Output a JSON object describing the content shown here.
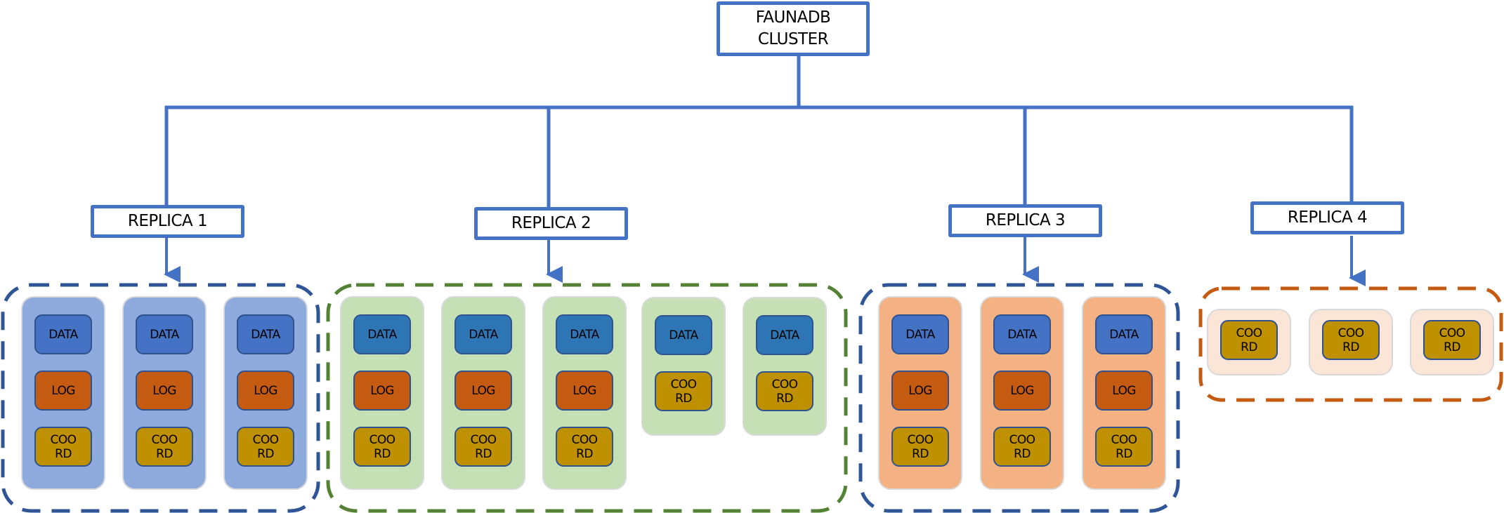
{
  "diagram": {
    "root": {
      "label": "FAUNADB\nCLUSTER"
    },
    "colors": {
      "connector": "#4472C4",
      "replica_1_border": "#2F5597",
      "replica_2_border": "#548235",
      "replica_3_border": "#2F5597",
      "replica_4_border": "#C55A11",
      "replica_1_node_bg": "#8FAADC",
      "replica_2_node_bg": "#C5E0B4",
      "replica_3_node_bg": "#F4B183",
      "replica_4_node_bg": "#FBE5D6",
      "data": "#4472C4",
      "log": "#C55A11",
      "coord": "#BF9000"
    },
    "replicas": [
      {
        "label": "REPLICA 1",
        "nodes": [
          {
            "components": [
              "DATA",
              "LOG",
              "COO\nRD"
            ]
          },
          {
            "components": [
              "DATA",
              "LOG",
              "COO\nRD"
            ]
          },
          {
            "components": [
              "DATA",
              "LOG",
              "COO\nRD"
            ]
          }
        ]
      },
      {
        "label": "REPLICA 2",
        "nodes": [
          {
            "components": [
              "DATA",
              "LOG",
              "COO\nRD"
            ]
          },
          {
            "components": [
              "DATA",
              "LOG",
              "COO\nRD"
            ]
          },
          {
            "components": [
              "DATA",
              "LOG",
              "COO\nRD"
            ]
          },
          {
            "components": [
              "DATA",
              "COO\nRD"
            ]
          },
          {
            "components": [
              "DATA",
              "COO\nRD"
            ]
          }
        ]
      },
      {
        "label": "REPLICA 3",
        "nodes": [
          {
            "components": [
              "DATA",
              "LOG",
              "COO\nRD"
            ]
          },
          {
            "components": [
              "DATA",
              "LOG",
              "COO\nRD"
            ]
          },
          {
            "components": [
              "DATA",
              "LOG",
              "COO\nRD"
            ]
          }
        ]
      },
      {
        "label": "REPLICA 4",
        "nodes": [
          {
            "components": [
              "COO\nRD"
            ]
          },
          {
            "components": [
              "COO\nRD"
            ]
          },
          {
            "components": [
              "COO\nRD"
            ]
          }
        ]
      }
    ]
  }
}
